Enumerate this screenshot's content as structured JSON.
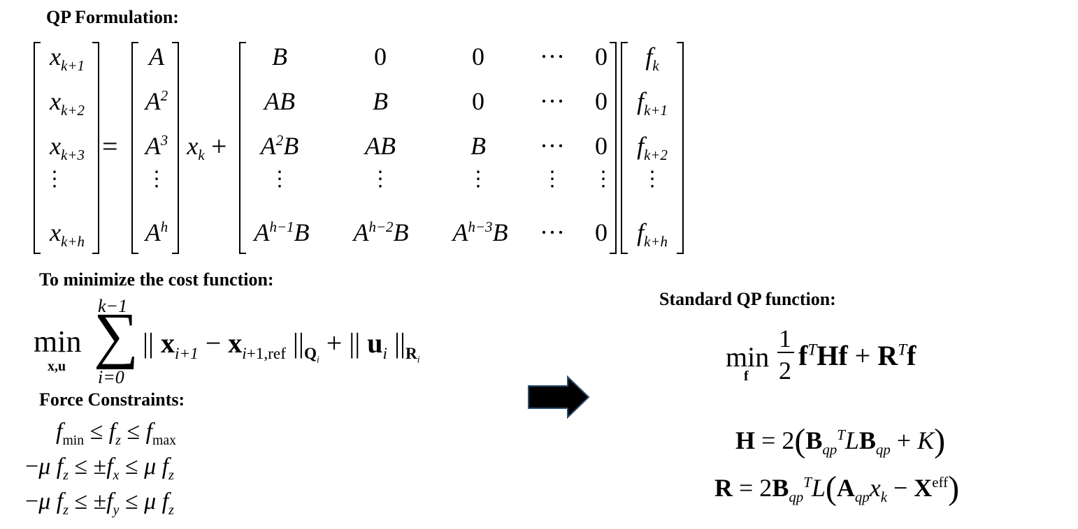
{
  "headings": {
    "qp_formulation": "QP Formulation:",
    "minimize_cost": "To minimize the cost function:",
    "force_constraints": "Force Constraints:",
    "standard_qp": "Standard QP function:"
  },
  "arrow_color": "#000000",
  "arrow_edge_color": "#2f4f6f"
}
